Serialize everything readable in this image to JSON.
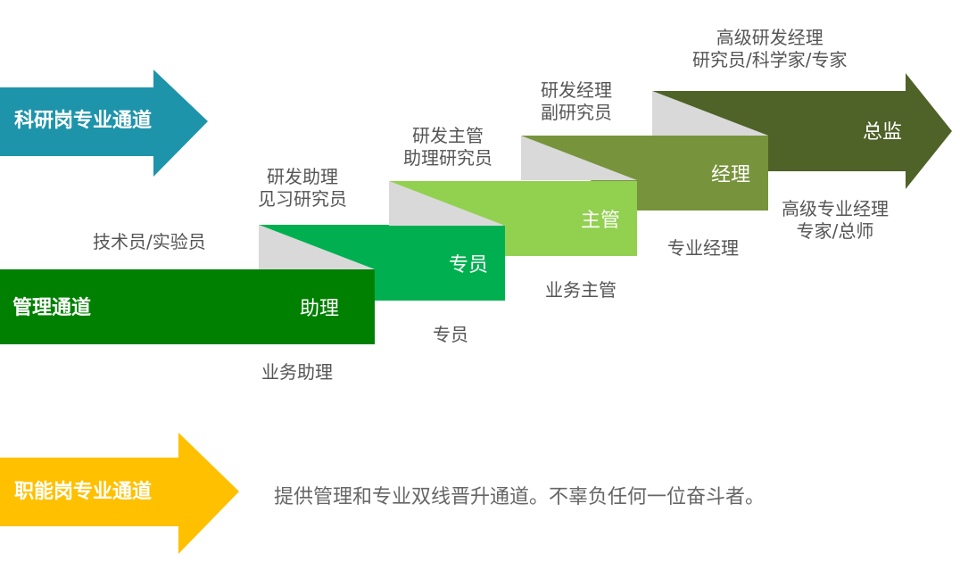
{
  "tracks": {
    "research": "科研岗专业通道",
    "management": "管理通道",
    "functional": "职能岗专业通道"
  },
  "steps": [
    "助理",
    "专员",
    "主管",
    "经理",
    "总监"
  ],
  "research_labels": [
    [
      "技术员/实验员"
    ],
    [
      "研发助理",
      "见习研究员"
    ],
    [
      "研发主管",
      "助理研究员"
    ],
    [
      "研发经理",
      "副研究员"
    ],
    [
      "高级研发经理",
      "研究员/科学家/专家"
    ]
  ],
  "functional_labels": [
    [
      "业务助理"
    ],
    [
      "专员"
    ],
    [
      "业务主管"
    ],
    [
      "专业经理"
    ],
    [
      "高级专业经理",
      "专家/总师"
    ]
  ],
  "slogan": "提供管理和专业双线晋升通道。不辜负任何一位奋斗者。",
  "colors": {
    "research_arrow": "#1e94ab",
    "functional_arrow": "#ffc000",
    "step1": "#008000",
    "step2": "#00b050",
    "step3": "#92d050",
    "step4": "#77933c",
    "step5": "#4f6228",
    "fold": "#d9d9d9",
    "label_text": "#555555"
  }
}
